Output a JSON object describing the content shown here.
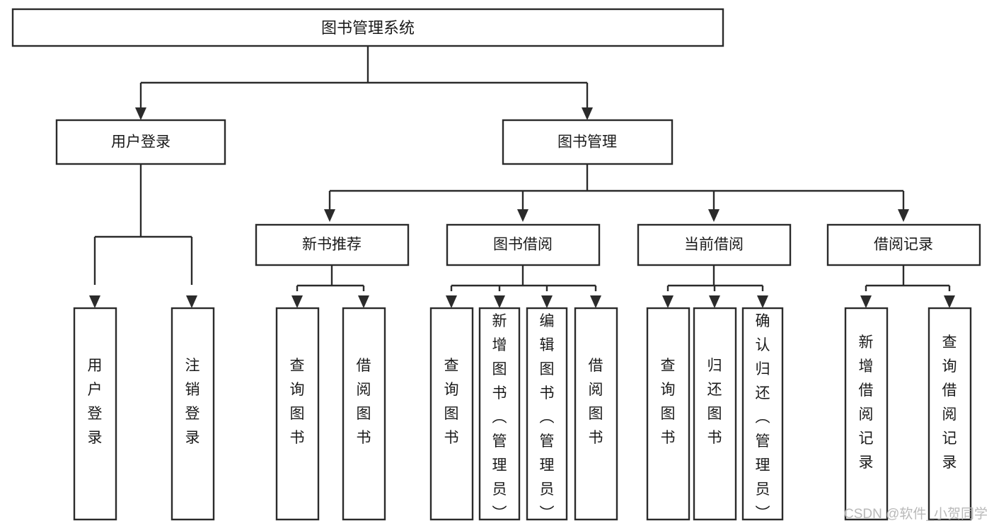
{
  "diagram": {
    "title": "图书管理系统",
    "type": "tree-hierarchy-chart",
    "watermark": "CSDN @软件_小贺同学",
    "colors": {
      "stroke": "#2b2b2b",
      "box_fill": "#ffffff",
      "text": "#1a1a1a",
      "background": "#ffffff",
      "watermark": "#b9b9b9"
    },
    "root": {
      "id": "root",
      "label": "图书管理系统"
    },
    "level2": [
      {
        "id": "user-login",
        "label": "用户登录"
      },
      {
        "id": "book-manage",
        "label": "图书管理"
      }
    ],
    "level3": [
      {
        "id": "new-book-recommend",
        "label": "新书推荐",
        "parent": "book-manage"
      },
      {
        "id": "book-borrow",
        "label": "图书借阅",
        "parent": "book-manage"
      },
      {
        "id": "current-borrow",
        "label": "当前借阅",
        "parent": "book-manage"
      },
      {
        "id": "borrow-record",
        "label": "借阅记录",
        "parent": "book-manage"
      }
    ],
    "leaves": {
      "user-login": [
        {
          "id": "leaf-user-login",
          "label": "用户登录"
        },
        {
          "id": "leaf-user-logout",
          "label": "注销登录"
        }
      ],
      "new-book-recommend": [
        {
          "id": "leaf-query-book-1",
          "label": "查询图书"
        },
        {
          "id": "leaf-borrow-book-1",
          "label": "借阅图书"
        }
      ],
      "book-borrow": [
        {
          "id": "leaf-query-book-2",
          "label": "查询图书"
        },
        {
          "id": "leaf-add-book",
          "label": "新增图书（管理员）"
        },
        {
          "id": "leaf-edit-book",
          "label": "编辑图书（管理员）"
        },
        {
          "id": "leaf-borrow-book-2",
          "label": "借阅图书"
        }
      ],
      "current-borrow": [
        {
          "id": "leaf-query-book-3",
          "label": "查询图书"
        },
        {
          "id": "leaf-return-book",
          "label": "归还图书"
        },
        {
          "id": "leaf-confirm-return",
          "label": "确认归还（管理员）"
        }
      ],
      "borrow-record": [
        {
          "id": "leaf-add-record",
          "label": "新增借阅记录"
        },
        {
          "id": "leaf-query-record",
          "label": "查询借阅记录"
        }
      ]
    }
  }
}
